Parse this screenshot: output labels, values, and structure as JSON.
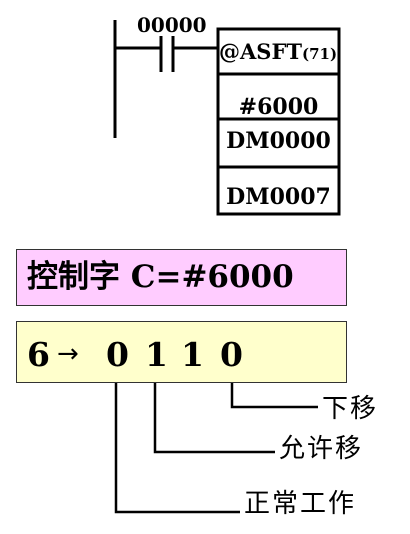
{
  "ladder": {
    "contact_address": "00000",
    "instruction": "@ASFT",
    "instruction_code": "(71)",
    "operand_control": "#6000",
    "operand_start": "DM0000",
    "operand_end": "DM0007"
  },
  "control_word": {
    "label": "控制字",
    "equation": "C=#6000"
  },
  "bits": {
    "hex_digit": "6",
    "arrow": "→",
    "b3": "0",
    "b2": "1",
    "b1": "1",
    "b0": "0"
  },
  "labels": {
    "shift_down": "下移",
    "allow_shift": "允许移",
    "normal_operation": "正常工作"
  },
  "colors": {
    "control_word_bg": "#ffccff",
    "bits_bg": "#ffffcc"
  }
}
